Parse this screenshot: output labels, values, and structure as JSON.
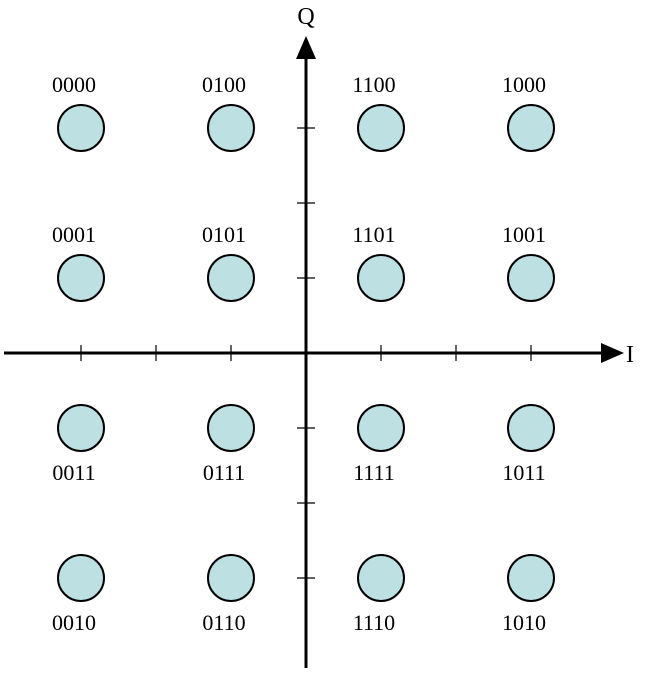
{
  "axes": {
    "horizontal_label": "I",
    "vertical_label": "Q"
  },
  "colors": {
    "point_fill": "#bde0e3",
    "point_stroke": "#000000",
    "axis": "#000000"
  },
  "constellation": {
    "grid": [
      -3,
      -1,
      1,
      3
    ],
    "points": [
      {
        "label": "0000",
        "i": -3,
        "q": 3
      },
      {
        "label": "0100",
        "i": -1,
        "q": 3
      },
      {
        "label": "1100",
        "i": 1,
        "q": 3
      },
      {
        "label": "1000",
        "i": 3,
        "q": 3
      },
      {
        "label": "0001",
        "i": -3,
        "q": 1
      },
      {
        "label": "0101",
        "i": -1,
        "q": 1
      },
      {
        "label": "1101",
        "i": 1,
        "q": 1
      },
      {
        "label": "1001",
        "i": 3,
        "q": 1
      },
      {
        "label": "0011",
        "i": -3,
        "q": -1
      },
      {
        "label": "0111",
        "i": -1,
        "q": -1
      },
      {
        "label": "1111",
        "i": 1,
        "q": -1
      },
      {
        "label": "1011",
        "i": 3,
        "q": -1
      },
      {
        "label": "0010",
        "i": -3,
        "q": -3
      },
      {
        "label": "0110",
        "i": -1,
        "q": -3
      },
      {
        "label": "1110",
        "i": 1,
        "q": -3
      },
      {
        "label": "1010",
        "i": 3,
        "q": -3
      }
    ]
  }
}
